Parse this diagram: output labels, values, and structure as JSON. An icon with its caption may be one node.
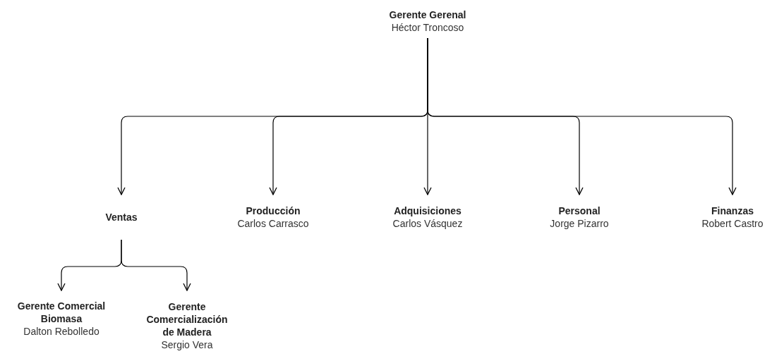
{
  "diagram": {
    "nodes": [
      {
        "text": [
          "Gerente Gerenal",
          "Héctor Troncoso"
        ]
      },
      {
        "text": [
          "Ventas"
        ]
      },
      {
        "text": [
          "Producción",
          "Carlos Carrasco"
        ]
      },
      {
        "text": [
          "Adquisiciones",
          "Carlos Vásquez"
        ]
      },
      {
        "text": [
          "Personal",
          "Jorge Pizarro"
        ]
      },
      {
        "text": [
          "Finanzas",
          "Robert Castro"
        ]
      },
      {
        "text": [
          "Gerente Comercial Biomasa",
          "Dalton Rebolledo"
        ]
      },
      {
        "text": [
          "Gerente Comercialización de Madera",
          "Sergio Vera"
        ]
      }
    ],
    "edges": [
      {
        "from": 0,
        "to": 1,
        "arrow": "to"
      },
      {
        "from": 0,
        "to": 2,
        "arrow": "to"
      },
      {
        "from": 0,
        "to": 3,
        "arrow": "to"
      },
      {
        "from": 0,
        "to": 4,
        "arrow": "to"
      },
      {
        "from": 0,
        "to": 5,
        "arrow": "to"
      },
      {
        "from": 1,
        "to": 6,
        "arrow": "to"
      },
      {
        "from": 1,
        "to": 7,
        "arrow": "to"
      }
    ]
  }
}
